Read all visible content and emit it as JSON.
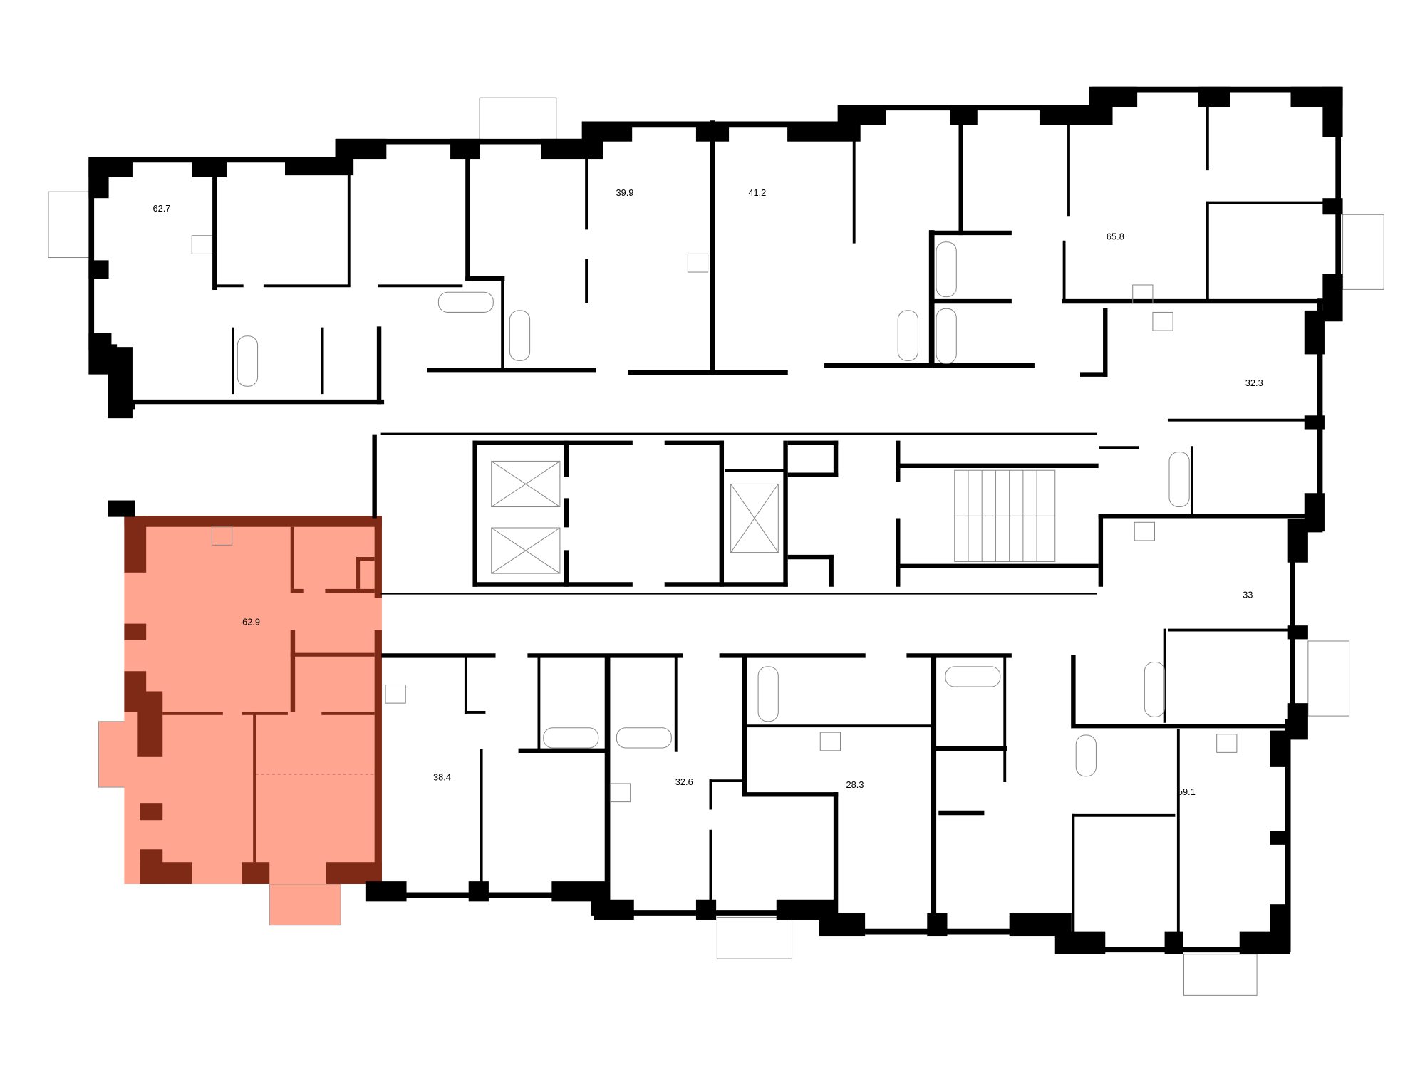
{
  "plan": {
    "highlight_color": "#FFA590",
    "highlight_wall_color": "#7F2A16",
    "wall_color": "#000000",
    "selected_apartment": {
      "area": "62.9"
    },
    "apartments": [
      {
        "id": "a1",
        "area": "62.7"
      },
      {
        "id": "a2",
        "area": "39.9"
      },
      {
        "id": "a3",
        "area": "41.2"
      },
      {
        "id": "a4",
        "area": "65.8"
      },
      {
        "id": "a5",
        "area": "32.3"
      },
      {
        "id": "a6",
        "area": "33"
      },
      {
        "id": "a7",
        "area": "38.4"
      },
      {
        "id": "a8",
        "area": "32.6"
      },
      {
        "id": "a9",
        "area": "28.3"
      },
      {
        "id": "a10",
        "area": "59.1"
      }
    ]
  }
}
